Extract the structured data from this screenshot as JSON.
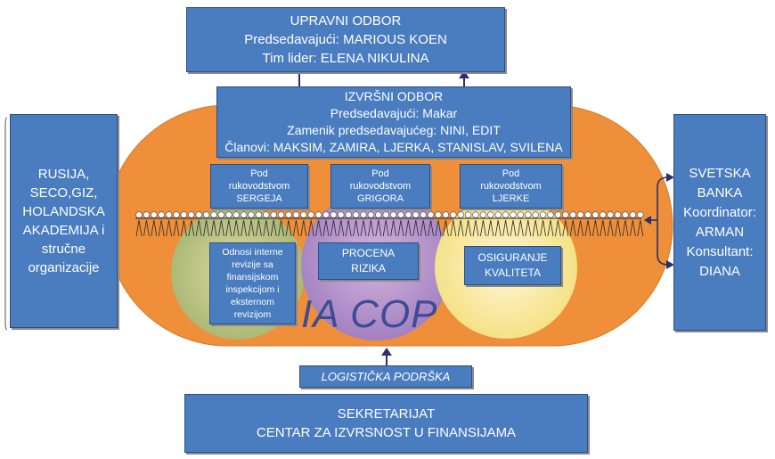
{
  "board": {
    "title": "UPRAVNI ODBOR",
    "chair": "Predsedavajući: MARIOUS KOEN",
    "lead": "Tim lider: ELENA NIKULINA"
  },
  "executive": {
    "title": "IZVRŠNI ODBOR",
    "chair": "Predsedavajući: Makar",
    "deputy": "Zamenik predsedavajućeg: NINI, EDIT",
    "members": "Članovi: MAKSIM, ZAMIRA, LJERKA, STANISLAV, SVILENA"
  },
  "leaders": [
    {
      "line1": "Pod",
      "line2": "rukovodstvom",
      "line3": "SERGEJA"
    },
    {
      "line1": "Pod",
      "line2": "rukovodstvom",
      "line3": "GRIGORA"
    },
    {
      "line1": "Pod",
      "line2": "rukovodstvom",
      "line3": "LJERKE"
    }
  ],
  "topics": {
    "audit": [
      "Odnosi interne",
      "revizije sa",
      "finansijskom",
      "inspekcijom i",
      "eksternom",
      "revizijom"
    ],
    "risk": [
      "PROCENA",
      "RIZIKA"
    ],
    "quality": [
      "OSIGURANJE",
      "KVALITETA"
    ]
  },
  "ia_cop": "IA COP",
  "left_partners": [
    "RUSIJA,",
    "SECO,GIZ,",
    "HOLANDSKA",
    "AKADEMIJA i",
    "stručne",
    "organizacije"
  ],
  "right_partners": [
    "SVETSKA",
    "BANKA",
    "Koordinator:",
    "ARMAN",
    "Konsultant:",
    "DIANA"
  ],
  "logistics": "LOGISTIČKA PODRŠKA",
  "secretariat": {
    "line1": "SEKRETARIJAT",
    "line2": "CENTAR ZA IZVRSNOST U FINANSIJAMA"
  },
  "colors": {
    "box_blue": "#4a7cc0",
    "orange": "#ef8f3a",
    "navy": "#2c2f6b",
    "green": "#b9c98a",
    "purple": "#a98fd4",
    "yellow": "#fbf1a6"
  }
}
